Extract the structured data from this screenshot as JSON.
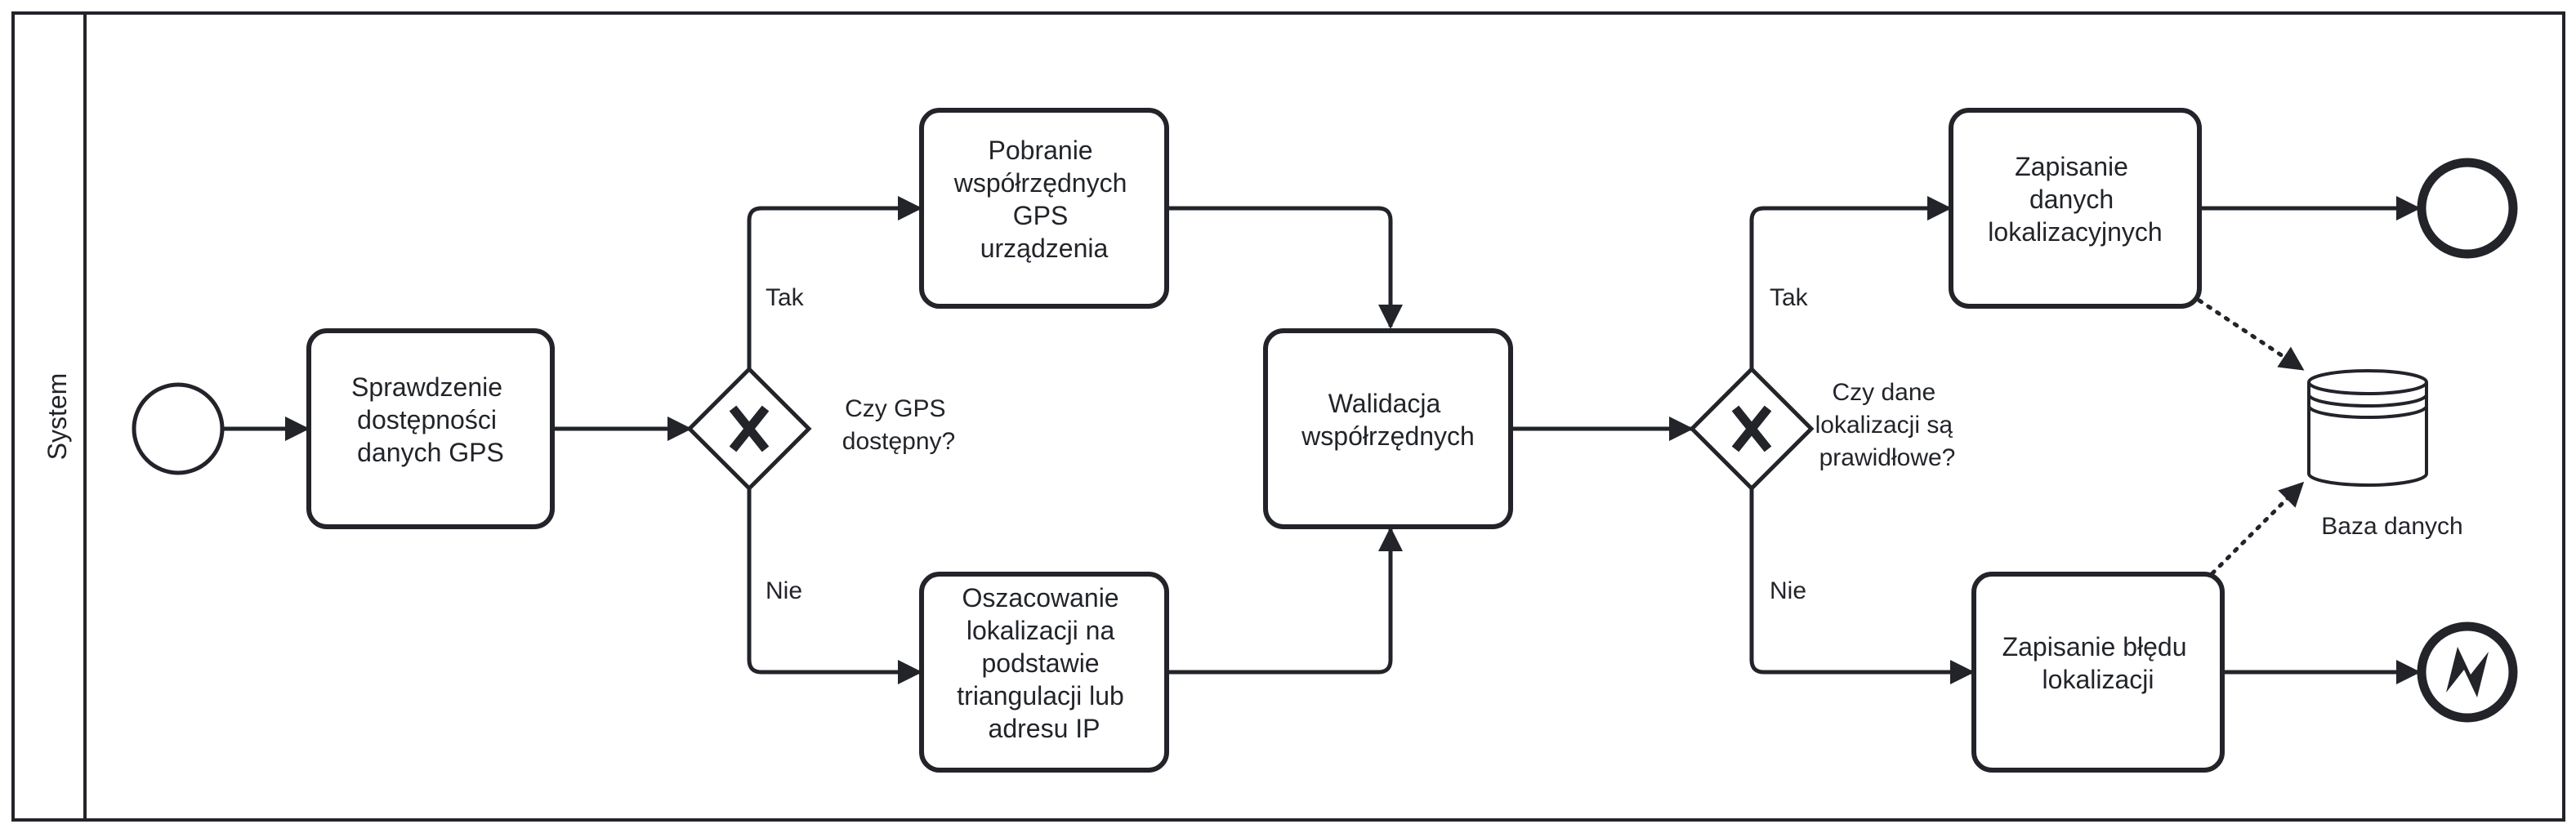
{
  "pool": {
    "lane_label": "System"
  },
  "tasks": {
    "check_gps": [
      "Sprawdzenie",
      "dostępności",
      "danych GPS"
    ],
    "get_gps": [
      "Pobranie",
      "współrzędnych",
      "GPS",
      "urządzenia"
    ],
    "estimate": [
      "Oszacowanie",
      "lokalizacji na",
      "podstawie",
      "triangulacji lub",
      "adresu IP"
    ],
    "validate": [
      "Walidacja",
      "współrzędnych"
    ],
    "save_data": [
      "Zapisanie",
      "danych",
      "lokalizacyjnych"
    ],
    "save_error": [
      "Zapisanie błędu",
      "lokalizacji"
    ]
  },
  "gateways": {
    "gps_available": {
      "question": [
        "Czy GPS",
        "dostępny?"
      ],
      "yes_label": "Tak",
      "no_label": "Nie"
    },
    "data_valid": {
      "question": [
        "Czy dane",
        "lokalizacji są",
        "prawidłowe?"
      ],
      "yes_label": "Tak",
      "no_label": "Nie"
    }
  },
  "datastore": {
    "label": "Baza danych"
  },
  "colors": {
    "stroke": "#22242a",
    "background": "#ffffff"
  },
  "icons": {
    "gateway_marker": "exclusive-gateway-x-icon",
    "error_end": "error-lightning-icon"
  }
}
